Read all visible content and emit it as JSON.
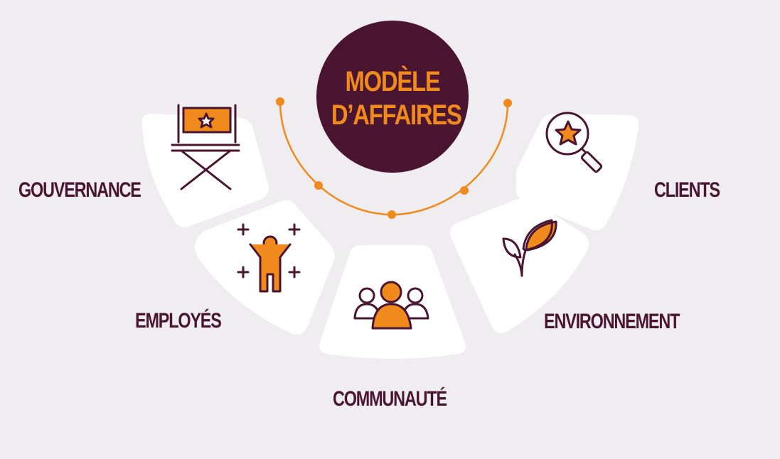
{
  "center": {
    "line1": "MODÈLE",
    "line2": "D’AFFAIRES"
  },
  "segments": [
    {
      "label": "GOUVERNANCE",
      "icon": "directors-chair-icon"
    },
    {
      "label": "EMPLOYÉS",
      "icon": "cheering-person-icon"
    },
    {
      "label": "COMMUNAUTÉ",
      "icon": "group-people-icon"
    },
    {
      "label": "ENVIRONNEMENT",
      "icon": "leaf-plant-icon"
    },
    {
      "label": "CLIENTS",
      "icon": "magnifier-star-icon"
    }
  ],
  "colors": {
    "background": "#efedef",
    "segment_fill": "#ffffff",
    "accent_orange": "#f08a1c",
    "dark_plum": "#4a1530"
  }
}
